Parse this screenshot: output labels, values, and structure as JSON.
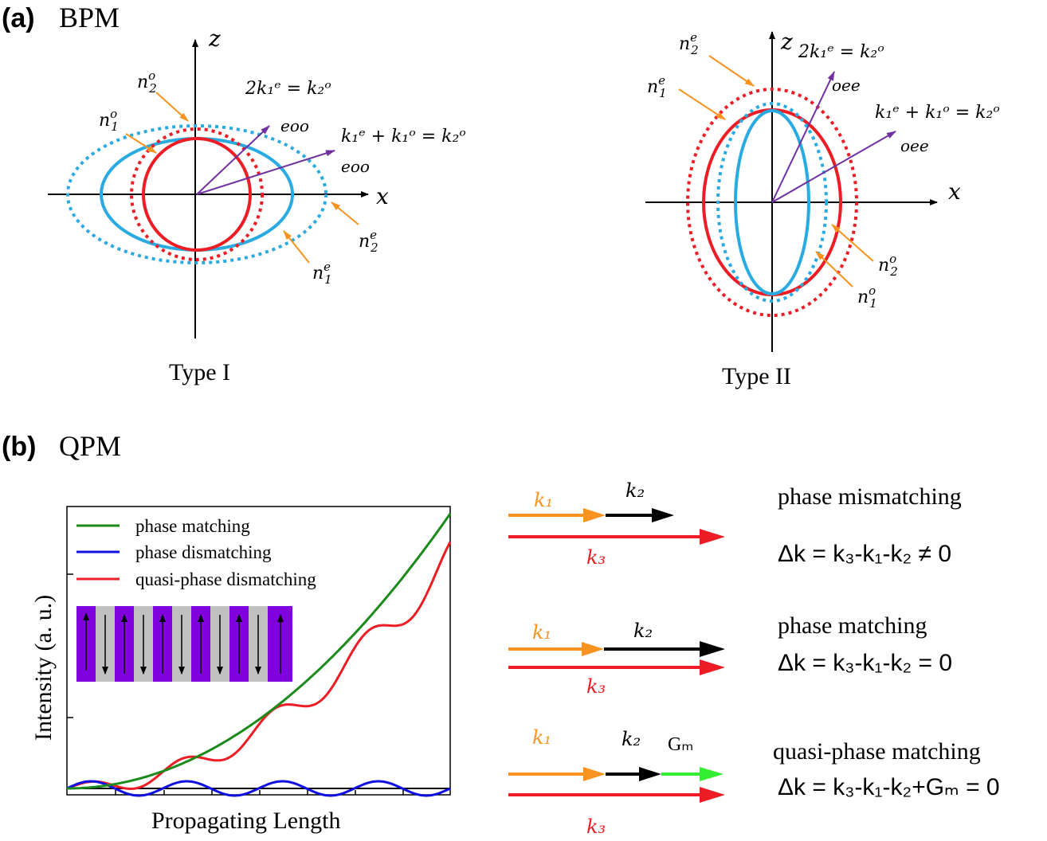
{
  "colors": {
    "red": "#ee1c24",
    "cyan": "#29abe2",
    "orange": "#f7931e",
    "purple": "#7030a0",
    "green": "#1a8a1a",
    "blue": "#1010e0",
    "lime": "#33ee33",
    "black": "#000000"
  },
  "panel_a": {
    "label": "(a)",
    "title": "BPM",
    "type1": {
      "caption": "Type I",
      "axis_x": "x",
      "axis_z": "z",
      "n2o": {
        "base": "n",
        "sub": "2",
        "sup": "o"
      },
      "n1o": {
        "base": "n",
        "sub": "1",
        "sup": "o"
      },
      "n2e": {
        "base": "n",
        "sub": "2",
        "sup": "e"
      },
      "n1e": {
        "base": "n",
        "sub": "1",
        "sup": "e"
      },
      "eq1": "2k₁ᵉ = k₂ᵒ",
      "eq1_tag": "eoo",
      "eq2": "k₁ᵉ + k₁ᵒ = k₂ᵒ",
      "eq2_tag": "eoo"
    },
    "type2": {
      "caption": "Type II",
      "axis_x": "x",
      "axis_z": "z",
      "n2e": {
        "base": "n",
        "sub": "2",
        "sup": "e"
      },
      "n1e": {
        "base": "n",
        "sub": "1",
        "sup": "e"
      },
      "n2o": {
        "base": "n",
        "sub": "2",
        "sup": "o"
      },
      "n1o": {
        "base": "n",
        "sub": "1",
        "sup": "o"
      },
      "eq1": "2k₁ᵉ = k₂ᵒ",
      "eq1_tag": "oee",
      "eq2": "k₁ᵉ + k₁ᵒ = k₂ᵒ",
      "eq2_tag": "oee"
    }
  },
  "panel_b": {
    "label": "(b)",
    "title": "QPM",
    "plot": {
      "xlabel": "Propagating Length",
      "ylabel": "Intensity (a. u.)",
      "legend": [
        "phase matching",
        "phase dismatching",
        "quasi-phase dismatching"
      ]
    },
    "vectors": {
      "k1": "k₁",
      "k2": "k₂",
      "k3": "k₃",
      "gm": "Gₘ"
    },
    "rows": [
      {
        "label": "phase mismatching",
        "equation": "Δk = k₃-k₁-k₂ ≠ 0"
      },
      {
        "label": "phase matching",
        "equation": "Δk = k₃-k₁-k₂ = 0"
      },
      {
        "label": "quasi-phase matching",
        "equation": "Δk = k₃-k₁-k₂+Gₘ = 0"
      }
    ]
  }
}
